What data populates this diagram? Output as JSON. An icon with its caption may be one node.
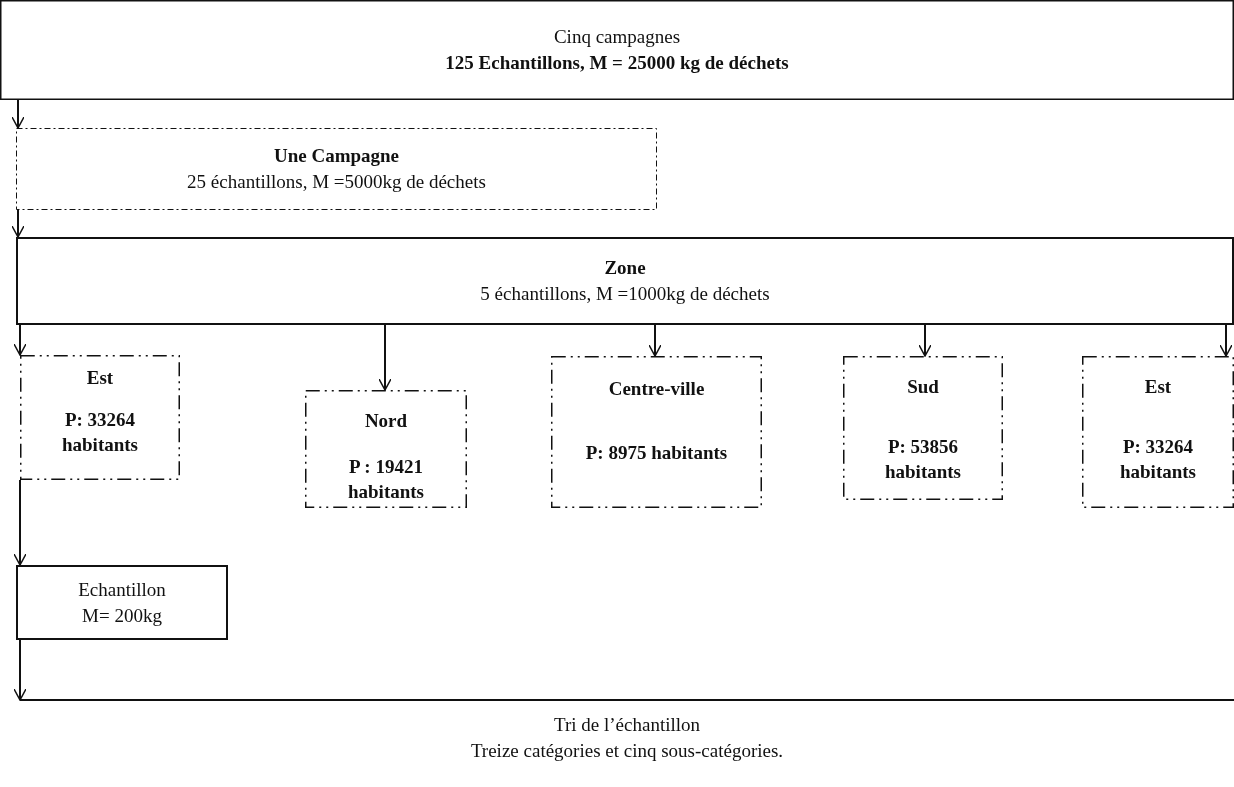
{
  "diagram": {
    "nodes": [
      {
        "text": [
          "Cinq campagnes",
          "125 Echantillons, M = 25000 kg de déchets"
        ]
      },
      {
        "text": [
          "Une Campagne",
          "25 échantillons, M =5000kg de déchets"
        ]
      },
      {
        "text": [
          "Zone",
          "5 échantillons, M =1000kg de déchets"
        ]
      },
      {
        "text": [
          "Est",
          "P: 33264 habitants"
        ]
      },
      {
        "text": [
          "Nord",
          "P : 19421 habitants"
        ]
      },
      {
        "text": [
          "Centre-ville",
          "P: 8975 habitants"
        ]
      },
      {
        "text": [
          "Sud",
          "P: 53856 habitants"
        ]
      },
      {
        "text": [
          "Est",
          "P: 33264 habitants"
        ]
      },
      {
        "text": [
          "Echantillon M= 200kg"
        ]
      },
      {
        "text": [
          "Tri de l’échantillon",
          "Treize  catégories et cinq sous-catégories."
        ]
      }
    ],
    "edges": [
      {
        "from": 0,
        "to": 1,
        "arrow": "to"
      },
      {
        "from": 1,
        "to": 2,
        "arrow": "to"
      },
      {
        "from": 2,
        "to": 3,
        "arrow": "to"
      },
      {
        "from": 2,
        "to": 4,
        "arrow": "to"
      },
      {
        "from": 2,
        "to": 5,
        "arrow": "to"
      },
      {
        "from": 2,
        "to": 6,
        "arrow": "to"
      },
      {
        "from": 2,
        "to": 7,
        "arrow": "to"
      },
      {
        "from": 3,
        "to": 8,
        "arrow": "to"
      },
      {
        "from": 8,
        "to": 9,
        "arrow": "to"
      }
    ]
  }
}
